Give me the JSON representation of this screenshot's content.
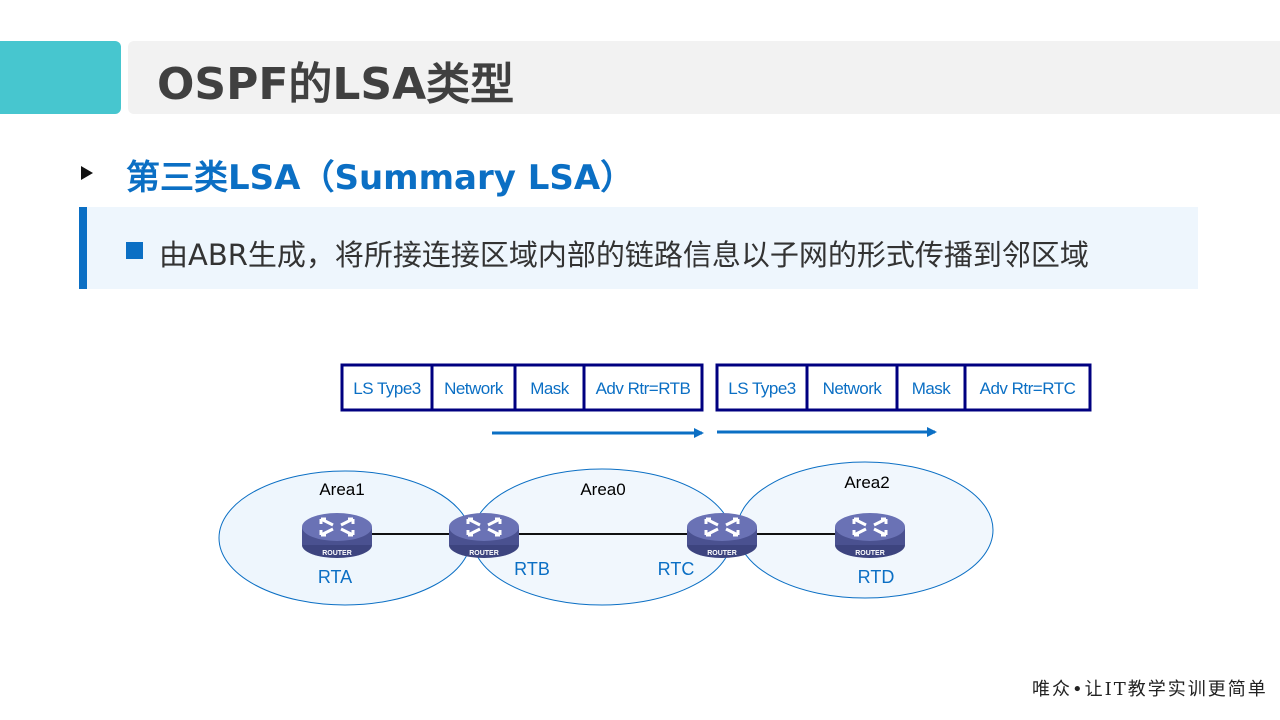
{
  "header": {
    "title": "OSPF的LSA类型",
    "accent_color": "#47c6cf"
  },
  "subtitle": "第三类LSA（Summary LSA）",
  "description": "由ABR生成，将所接连接区域内部的链路信息以子网的形式传播到邻区域",
  "diagram": {
    "lsa_packets": [
      {
        "fields": [
          "LS Type3",
          "Network",
          "Mask",
          "Adv Rtr=RTB"
        ]
      },
      {
        "fields": [
          "LS Type3",
          "Network",
          "Mask",
          "Adv Rtr=RTC"
        ]
      }
    ],
    "areas": [
      "Area1",
      "Area0",
      "Area2"
    ],
    "routers": [
      {
        "name": "RTA",
        "badge": "ROUTER"
      },
      {
        "name": "RTB",
        "badge": "ROUTER"
      },
      {
        "name": "RTC",
        "badge": "ROUTER"
      },
      {
        "name": "RTD",
        "badge": "ROUTER"
      }
    ],
    "colors": {
      "box_border": "#000080",
      "text": "#0b6fc4",
      "area_fill": "#eef6fd",
      "router": "#5b62a3"
    }
  },
  "footer": "唯众•让IT教学实训更简单"
}
